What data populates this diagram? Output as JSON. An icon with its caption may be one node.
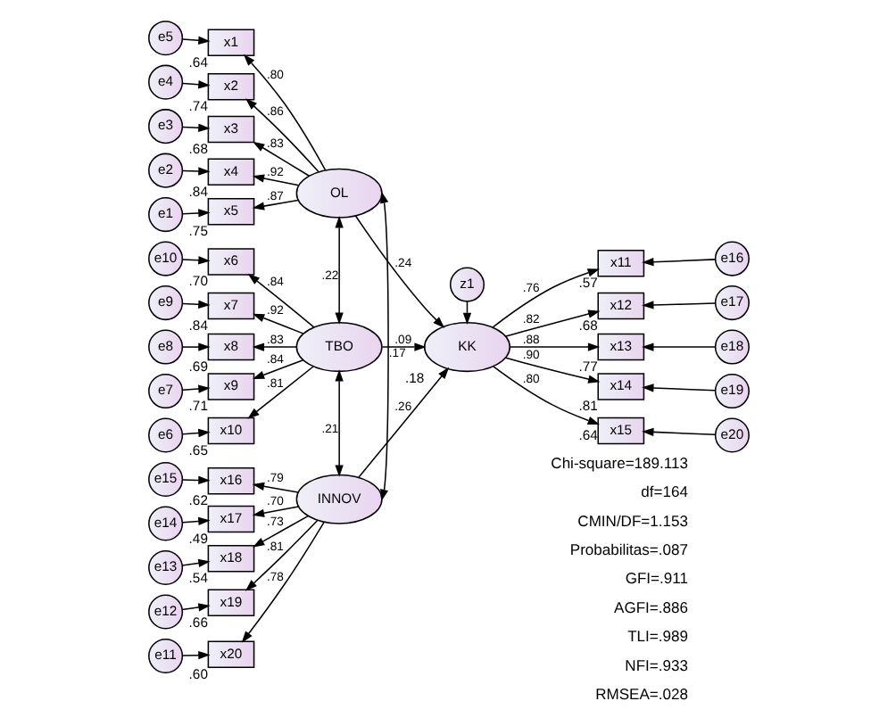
{
  "diagram": {
    "nodes": [
      {
        "text": [
          "e5"
        ]
      },
      {
        "text": [
          "e4"
        ]
      },
      {
        "text": [
          "e3"
        ]
      },
      {
        "text": [
          "e2"
        ]
      },
      {
        "text": [
          "e1"
        ]
      },
      {
        "text": [
          "e10"
        ]
      },
      {
        "text": [
          "e9"
        ]
      },
      {
        "text": [
          "e8"
        ]
      },
      {
        "text": [
          "e7"
        ]
      },
      {
        "text": [
          "e6"
        ]
      },
      {
        "text": [
          "e15"
        ]
      },
      {
        "text": [
          "e14"
        ]
      },
      {
        "text": [
          "e13"
        ]
      },
      {
        "text": [
          "e12"
        ]
      },
      {
        "text": [
          "e11"
        ]
      },
      {
        "text": [
          "x1"
        ],
        "beside": [
          ".64"
        ]
      },
      {
        "text": [
          "x2"
        ],
        "beside": [
          ".74"
        ]
      },
      {
        "text": [
          "x3"
        ],
        "beside": [
          ".68"
        ]
      },
      {
        "text": [
          "x4"
        ],
        "beside": [
          ".84"
        ]
      },
      {
        "text": [
          "x5"
        ],
        "beside": [
          ".75"
        ]
      },
      {
        "text": [
          "x6"
        ],
        "beside": [
          ".70"
        ]
      },
      {
        "text": [
          "x7"
        ],
        "beside": [
          ".84"
        ]
      },
      {
        "text": [
          "x8"
        ],
        "beside": [
          ".69"
        ]
      },
      {
        "text": [
          "x9"
        ],
        "beside": [
          ".71"
        ]
      },
      {
        "text": [
          "x10"
        ],
        "beside": [
          ".65"
        ]
      },
      {
        "text": [
          "x16"
        ],
        "beside": [
          ".62"
        ]
      },
      {
        "text": [
          "x17"
        ],
        "beside": [
          ".49"
        ]
      },
      {
        "text": [
          "x18"
        ],
        "beside": [
          ".54"
        ]
      },
      {
        "text": [
          "x19"
        ],
        "beside": [
          ".66"
        ]
      },
      {
        "text": [
          "x20"
        ],
        "beside": [
          ".60"
        ]
      },
      {
        "text": [
          "OL"
        ]
      },
      {
        "text": [
          "TBO"
        ]
      },
      {
        "text": [
          "INNOV"
        ]
      },
      {
        "text": [
          "z1"
        ]
      },
      {
        "text": [
          "KK"
        ],
        "beside": [
          ".18"
        ]
      },
      {
        "text": [
          "x11"
        ],
        "beside": [
          ".57"
        ]
      },
      {
        "text": [
          "x12"
        ],
        "beside": [
          ".68"
        ]
      },
      {
        "text": [
          "x13"
        ],
        "beside": [
          ".77"
        ]
      },
      {
        "text": [
          "x14"
        ],
        "beside": [
          ".81"
        ]
      },
      {
        "text": [
          "x15"
        ],
        "beside": [
          ".64"
        ]
      },
      {
        "text": [
          "e16"
        ]
      },
      {
        "text": [
          "e17"
        ]
      },
      {
        "text": [
          "e18"
        ]
      },
      {
        "text": [
          "e19"
        ]
      },
      {
        "text": [
          "e20"
        ]
      }
    ],
    "edges": [
      {
        "from": 0,
        "to": 15,
        "arrow": "to"
      },
      {
        "from": 1,
        "to": 16,
        "arrow": "to"
      },
      {
        "from": 2,
        "to": 17,
        "arrow": "to"
      },
      {
        "from": 3,
        "to": 18,
        "arrow": "to"
      },
      {
        "from": 4,
        "to": 19,
        "arrow": "to"
      },
      {
        "from": 5,
        "to": 20,
        "arrow": "to"
      },
      {
        "from": 6,
        "to": 21,
        "arrow": "to"
      },
      {
        "from": 7,
        "to": 22,
        "arrow": "to"
      },
      {
        "from": 8,
        "to": 23,
        "arrow": "to"
      },
      {
        "from": 9,
        "to": 24,
        "arrow": "to"
      },
      {
        "from": 10,
        "to": 25,
        "arrow": "to"
      },
      {
        "from": 11,
        "to": 26,
        "arrow": "to"
      },
      {
        "from": 12,
        "to": 27,
        "arrow": "to"
      },
      {
        "from": 13,
        "to": 28,
        "arrow": "to"
      },
      {
        "from": 14,
        "to": 29,
        "arrow": "to"
      },
      {
        "from": 30,
        "to": 15,
        "arrow": "to",
        "label": ".80"
      },
      {
        "from": 30,
        "to": 16,
        "arrow": "to",
        "label": ".86"
      },
      {
        "from": 30,
        "to": 17,
        "arrow": "to",
        "label": ".83"
      },
      {
        "from": 30,
        "to": 18,
        "arrow": "to",
        "label": ".92"
      },
      {
        "from": 30,
        "to": 19,
        "arrow": "to",
        "label": ".87"
      },
      {
        "from": 31,
        "to": 20,
        "arrow": "to",
        "label": ".84"
      },
      {
        "from": 31,
        "to": 21,
        "arrow": "to",
        "label": ".92"
      },
      {
        "from": 31,
        "to": 22,
        "arrow": "to",
        "label": ".83"
      },
      {
        "from": 31,
        "to": 23,
        "arrow": "to",
        "label": ".84"
      },
      {
        "from": 31,
        "to": 24,
        "arrow": "to",
        "label": ".81"
      },
      {
        "from": 32,
        "to": 25,
        "arrow": "to",
        "label": ".79"
      },
      {
        "from": 32,
        "to": 26,
        "arrow": "to",
        "label": ".70"
      },
      {
        "from": 32,
        "to": 27,
        "arrow": "to",
        "label": ".73"
      },
      {
        "from": 32,
        "to": 28,
        "arrow": "to",
        "label": ".81"
      },
      {
        "from": 32,
        "to": 29,
        "arrow": "to",
        "label": ".78"
      },
      {
        "from": 30,
        "to": 31,
        "arrow": "both",
        "label": ".22"
      },
      {
        "from": 31,
        "to": 32,
        "arrow": "both",
        "label": ".21"
      },
      {
        "from": 30,
        "to": 32,
        "arrow": "both",
        "label": ".17"
      },
      {
        "from": 30,
        "to": 34,
        "arrow": "to",
        "label": ".24"
      },
      {
        "from": 31,
        "to": 34,
        "arrow": "to",
        "label": ".09"
      },
      {
        "from": 32,
        "to": 34,
        "arrow": "to",
        "label": ".26"
      },
      {
        "from": 33,
        "to": 34,
        "arrow": "to"
      },
      {
        "from": 34,
        "to": 35,
        "arrow": "to",
        "label": ".76"
      },
      {
        "from": 34,
        "to": 36,
        "arrow": "to",
        "label": ".82"
      },
      {
        "from": 34,
        "to": 37,
        "arrow": "to",
        "label": ".88"
      },
      {
        "from": 34,
        "to": 38,
        "arrow": "to",
        "label": ".90"
      },
      {
        "from": 34,
        "to": 39,
        "arrow": "to",
        "label": ".80"
      },
      {
        "from": 40,
        "to": 35,
        "arrow": "to"
      },
      {
        "from": 41,
        "to": 36,
        "arrow": "to"
      },
      {
        "from": 42,
        "to": 37,
        "arrow": "to"
      },
      {
        "from": 43,
        "to": 38,
        "arrow": "to"
      },
      {
        "from": 44,
        "to": 39,
        "arrow": "to"
      }
    ],
    "labels": [
      "Chi-square=189.113",
      "df=164",
      "CMIN/DF=1.153",
      "Probabilitas=.087",
      "GFI=.911",
      "AGFI=.886",
      "TLI=.989",
      "NFI=.933",
      "RMSEA=.028"
    ]
  }
}
